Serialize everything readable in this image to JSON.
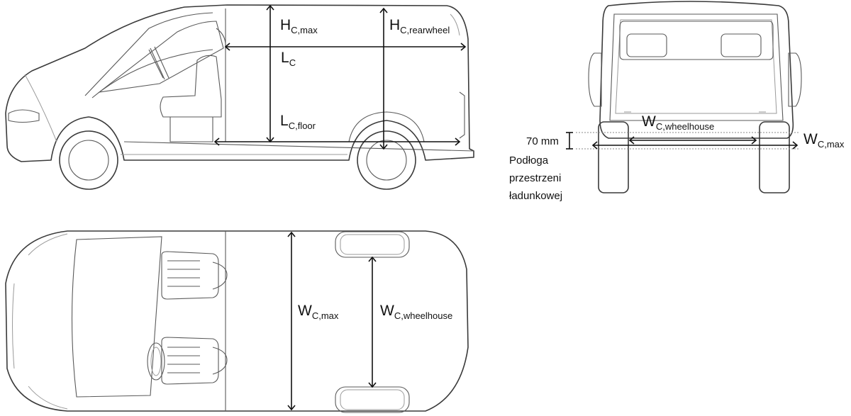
{
  "labels": {
    "h_c_max": {
      "main": "H",
      "sub": "C,max"
    },
    "h_c_rearwheel": {
      "main": "H",
      "sub": "C,rearwheel"
    },
    "l_c": {
      "main": "L",
      "sub": "C"
    },
    "l_c_floor": {
      "main": "L",
      "sub": "C,floor"
    },
    "w_c_max_top": {
      "main": "W",
      "sub": "C,max"
    },
    "w_c_wheelhouse_top": {
      "main": "W",
      "sub": "C,wheelhouse"
    },
    "w_c_wheelhouse_rear": {
      "main": "W",
      "sub": "C,wheelhouse"
    },
    "w_c_max_rear": {
      "main": "W",
      "sub": "C,max"
    },
    "floor_offset": "70 mm",
    "floor_note": [
      "Podłoga",
      "przestrzeni",
      "ładunkowej"
    ]
  }
}
